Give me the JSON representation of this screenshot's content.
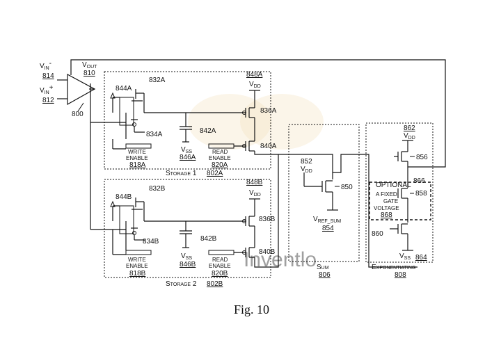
{
  "figure_caption": "Fig. 10",
  "watermark": "Inventlo",
  "opamp": {
    "vin_minus": "V",
    "vin_minus_sub": "IN",
    "vin_minus_sign": "-",
    "vin_minus_ref": "814",
    "vin_plus": "V",
    "vin_plus_sub": "IN",
    "vin_plus_sign": "+",
    "vin_plus_ref": "812",
    "vout": "V",
    "vout_sub": "OUT",
    "vout_ref": "810",
    "ref": "800"
  },
  "storage1": {
    "title": "Storage 1",
    "ref": "802A",
    "vdd": "V",
    "vdd_sub": "DD",
    "vdd_ref": "848A",
    "t832": "832A",
    "t844": "844A",
    "t834": "834A",
    "t836": "836A",
    "t840": "840A",
    "cap": "842A",
    "vss": "V",
    "vss_sub": "SS",
    "vss_ref": "846A",
    "write_l1": "WRITE",
    "write_l2": "ENABLE",
    "write_ref": "818A",
    "read_l1": "READ",
    "read_l2": "ENABLE",
    "read_ref": "820A"
  },
  "storage2": {
    "title": "Storage 2",
    "ref": "802B",
    "vdd": "V",
    "vdd_sub": "DD",
    "vdd_ref": "848B",
    "t832": "832B",
    "t844": "844B",
    "t834": "834B",
    "t836": "836B",
    "t840": "840B",
    "cap": "842B",
    "vss": "V",
    "vss_sub": "SS",
    "vss_ref": "846B",
    "write_l1": "WRITE",
    "write_l2": "ENABLE",
    "write_ref": "818B",
    "read_l1": "READ",
    "read_l2": "ENABLE",
    "read_ref": "820B"
  },
  "sum": {
    "title": "Sum",
    "ref": "806",
    "vdd": "V",
    "vdd_sub": "DD",
    "vdd_ref": "852",
    "t850": "850",
    "vref": "V",
    "vref_sub": "REF_SUM",
    "vref_ref": "854"
  },
  "exp": {
    "title": "Exponentiating",
    "ref": "808",
    "vdd": "V",
    "vdd_sub": "DD",
    "vdd_ref": "862",
    "t856": "856",
    "opt": "OPTIONAL",
    "opt_ref": "866",
    "t858": "858",
    "gate_l1": "A FIXED",
    "gate_l2": "GATE",
    "gate_l3": "VOLTAGE",
    "gate_ref": "868",
    "t860": "860",
    "vss": "V",
    "vss_sub": "SS",
    "vss_ref": "864"
  }
}
